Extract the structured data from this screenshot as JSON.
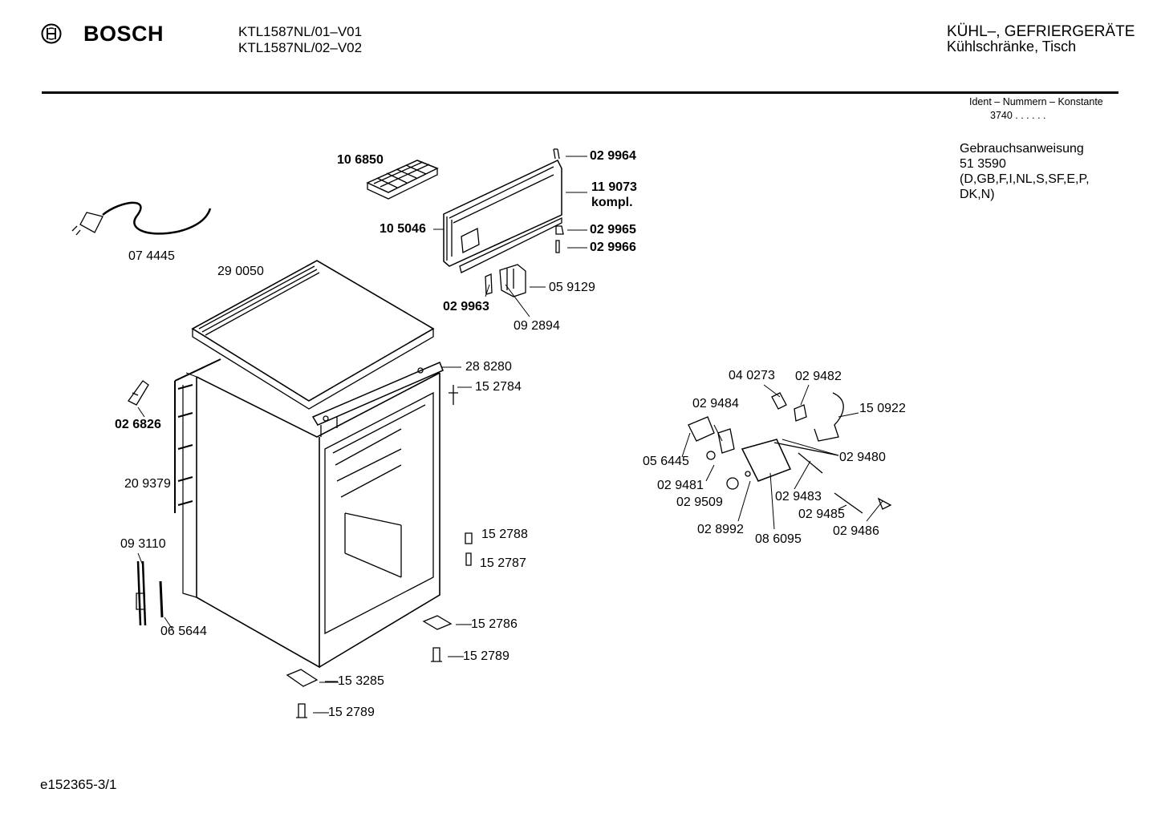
{
  "header": {
    "brand": "BOSCH",
    "models": [
      "KTL1587NL/01–V01",
      "KTL1587NL/02–V02"
    ],
    "category": "KÜHL–, GEFRIERGERÄTE",
    "subcategory": "Kühlschränke, Tisch",
    "ident_label": "Ident – Nummern – Konstante",
    "ident_value": "3740  .  .    .  .  .  ."
  },
  "manual": {
    "title": "Gebrauchsanweisung",
    "number": "51 3590",
    "languages_1": "(D,GB,F,I,NL,S,SF,E,P,",
    "languages_2": "DK,N)"
  },
  "parts": [
    {
      "id": "10 6850",
      "bold": true
    },
    {
      "id": "02 9964",
      "bold": true
    },
    {
      "id": "11 9073",
      "bold": true
    },
    {
      "id": "kompl.",
      "bold": true
    },
    {
      "id": "10 5046",
      "bold": true
    },
    {
      "id": "02 9965",
      "bold": true
    },
    {
      "id": "02 9966",
      "bold": true
    },
    {
      "id": "07 4445",
      "bold": false
    },
    {
      "id": "29 0050",
      "bold": false
    },
    {
      "id": "05 9129",
      "bold": false
    },
    {
      "id": "02 9963",
      "bold": true
    },
    {
      "id": "09 2894",
      "bold": false
    },
    {
      "id": "28 8280",
      "bold": false
    },
    {
      "id": "15 2784",
      "bold": false
    },
    {
      "id": "02 6826",
      "bold": true
    },
    {
      "id": "20 9379",
      "bold": false
    },
    {
      "id": "09 3110",
      "bold": false
    },
    {
      "id": "06 5644",
      "bold": false
    },
    {
      "id": "15 2788",
      "bold": false
    },
    {
      "id": "15 2787",
      "bold": false
    },
    {
      "id": "—15 2786",
      "bold": false
    },
    {
      "id": "—15 2789",
      "bold": false
    },
    {
      "id": "—15 3285",
      "bold": false
    },
    {
      "id": "—15 2789",
      "bold": false
    },
    {
      "id": "04 0273",
      "bold": false
    },
    {
      "id": "02 9482",
      "bold": false
    },
    {
      "id": "02 9484",
      "bold": false
    },
    {
      "id": "15 0922",
      "bold": false
    },
    {
      "id": "05 6445",
      "bold": false
    },
    {
      "id": "02 9480",
      "bold": false
    },
    {
      "id": "02 9481",
      "bold": false
    },
    {
      "id": "02 9483",
      "bold": false
    },
    {
      "id": "02 9509",
      "bold": false
    },
    {
      "id": "02 9485",
      "bold": false
    },
    {
      "id": "02 8992",
      "bold": false
    },
    {
      "id": "08 6095",
      "bold": false
    },
    {
      "id": "02 9486",
      "bold": false
    }
  ],
  "footer": {
    "doc_id": "e152365-3/1"
  }
}
